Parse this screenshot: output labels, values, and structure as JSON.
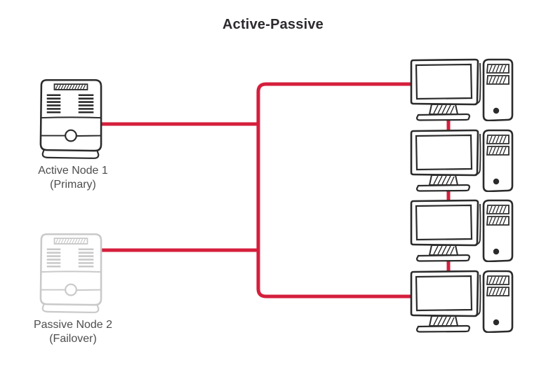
{
  "title": "Active-Passive",
  "diagram": {
    "active_node": {
      "label": "Active Node 1",
      "sublabel": "(Primary)",
      "icon": "server-icon",
      "state": "active"
    },
    "passive_node": {
      "label": "Passive Node 2",
      "sublabel": "(Failover)",
      "icon": "server-icon",
      "state": "passive"
    },
    "workstations": {
      "count": 4,
      "icon": "workstation-icon"
    },
    "colors": {
      "connector": "#d51f3c",
      "active_stroke": "#2b2b2b",
      "passive_stroke": "#c9c9c9",
      "label": "#4f4d4d",
      "title": "#2d2a2e"
    }
  }
}
